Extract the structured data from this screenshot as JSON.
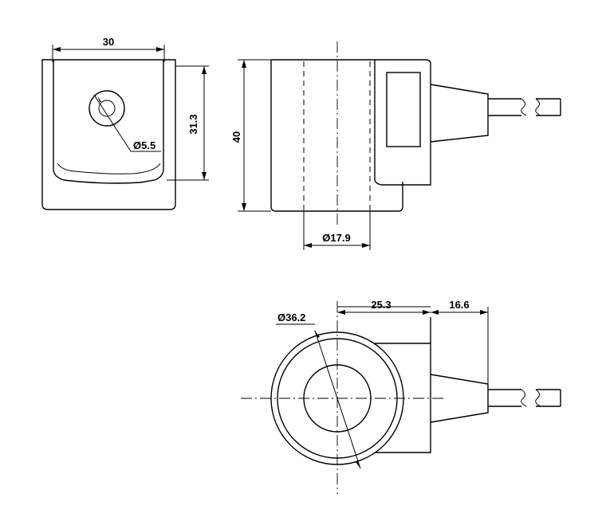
{
  "dimensions": {
    "front_width": "30",
    "front_height": "31.3",
    "hole_diameter": "Ø5.5",
    "side_height": "40",
    "bore_diameter": "Ø17.9",
    "coil_outer_diameter": "Ø36.2",
    "body_to_housing": "25.3",
    "cable_exit": "16.6"
  }
}
